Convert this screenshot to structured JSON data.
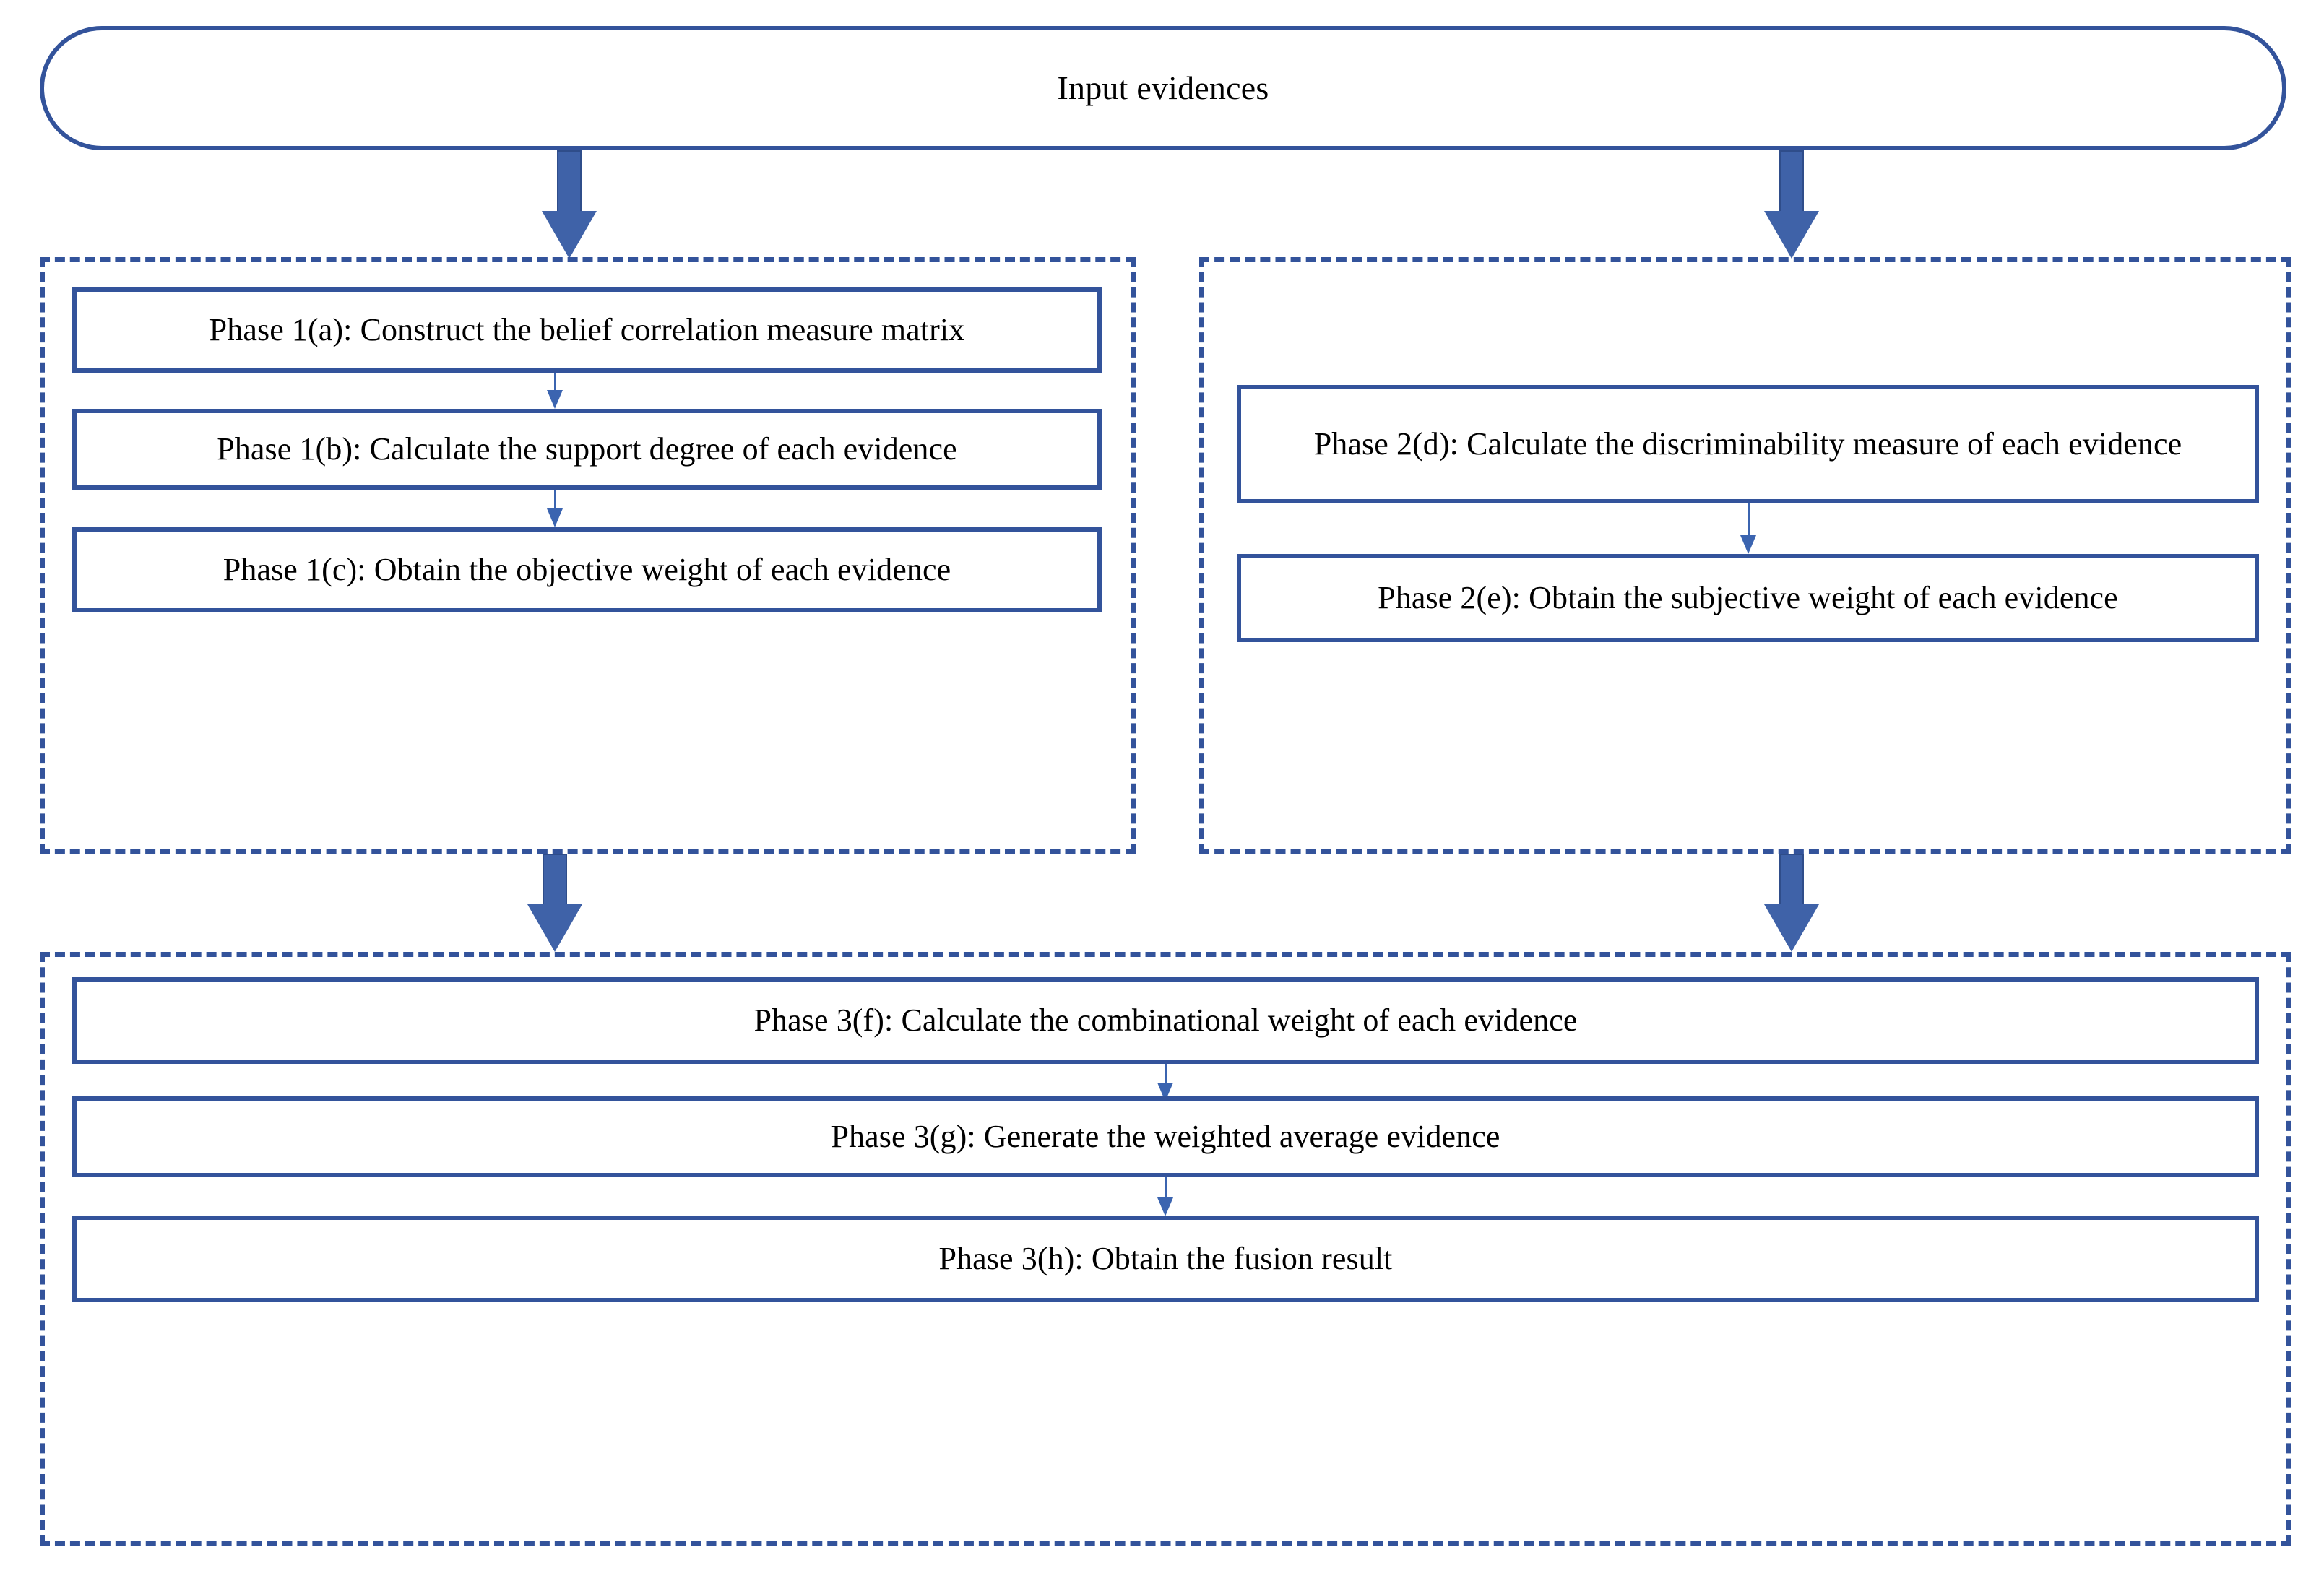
{
  "diagram": {
    "title": "Evidence fusion phase flowchart",
    "colors": {
      "line": "#33539b",
      "arrow": "#3f62a8",
      "thin_arrow": "#3b64b0",
      "text": "#000000",
      "background": "#ffffff"
    },
    "start_node": {
      "label": "Input evidences",
      "shape": "stadium"
    },
    "groups": [
      {
        "id": "phase-1",
        "boxes": [
          {
            "id": "phase-1a",
            "label": "Phase 1(a): Construct the belief correlation measure matrix"
          },
          {
            "id": "phase-1b",
            "label": "Phase 1(b): Calculate the support degree of each evidence"
          },
          {
            "id": "phase-1c",
            "label": "Phase 1(c): Obtain the objective weight of each evidence"
          }
        ]
      },
      {
        "id": "phase-2",
        "boxes": [
          {
            "id": "phase-2d",
            "label": "Phase 2(d): Calculate the discriminability measure of each evidence"
          },
          {
            "id": "phase-2e",
            "label": "Phase 2(e): Obtain the subjective weight of each evidence"
          }
        ]
      },
      {
        "id": "phase-3",
        "boxes": [
          {
            "id": "phase-3f",
            "label": "Phase 3(f): Calculate the combinational weight of each evidence"
          },
          {
            "id": "phase-3g",
            "label": "Phase 3(g): Generate the weighted average evidence"
          },
          {
            "id": "phase-3h",
            "label": "Phase 3(h): Obtain the fusion result"
          }
        ]
      }
    ],
    "connectors": [
      {
        "id": "start-to-phase1",
        "type": "block-arrow",
        "from": "start_node",
        "to": "phase-1"
      },
      {
        "id": "start-to-phase2",
        "type": "block-arrow",
        "from": "start_node",
        "to": "phase-2"
      },
      {
        "id": "phase1a-to-1b",
        "type": "thin-arrow",
        "from": "phase-1a",
        "to": "phase-1b"
      },
      {
        "id": "phase1b-to-1c",
        "type": "thin-arrow",
        "from": "phase-1b",
        "to": "phase-1c"
      },
      {
        "id": "phase2d-to-2e",
        "type": "thin-arrow",
        "from": "phase-2d",
        "to": "phase-2e"
      },
      {
        "id": "phase1-to-phase3",
        "type": "block-arrow",
        "from": "phase-1",
        "to": "phase-3"
      },
      {
        "id": "phase2-to-phase3",
        "type": "block-arrow",
        "from": "phase-2",
        "to": "phase-3"
      },
      {
        "id": "phase3f-to-3g",
        "type": "thin-arrow",
        "from": "phase-3f",
        "to": "phase-3g"
      },
      {
        "id": "phase3g-to-3h",
        "type": "thin-arrow",
        "from": "phase-3g",
        "to": "phase-3h"
      }
    ]
  }
}
